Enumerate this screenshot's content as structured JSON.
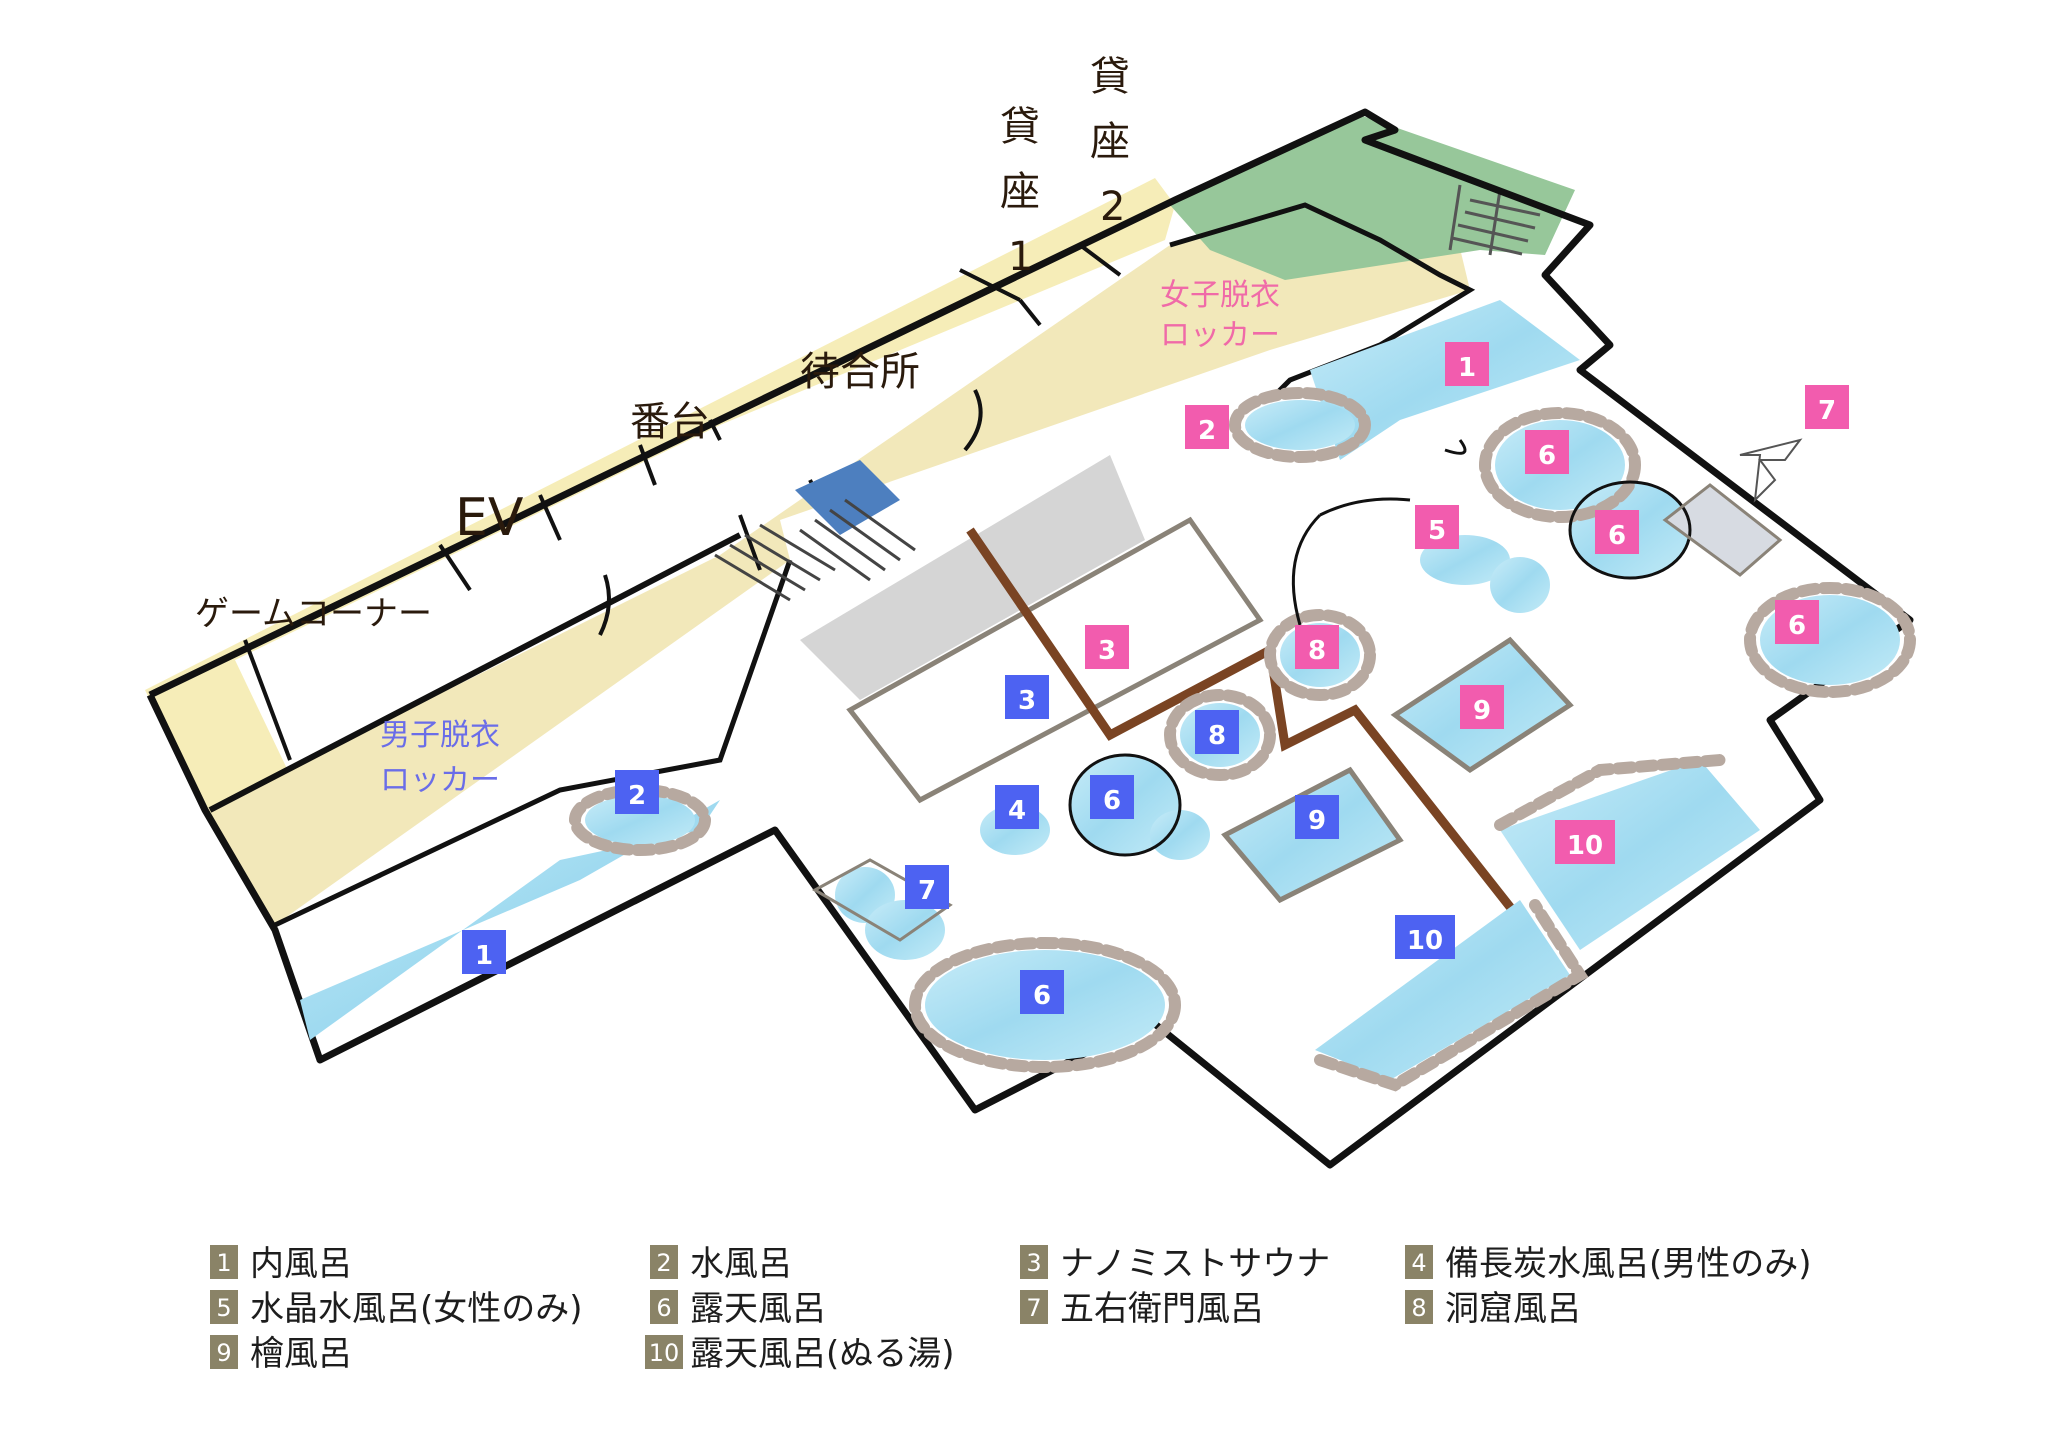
{
  "map": {
    "labels": {
      "ev": "EV",
      "bandai": "番台",
      "waiting": "待合所",
      "game_corner": "ゲームコーナー",
      "kashiza1": [
        "貸",
        "座",
        "1"
      ],
      "kashiza2": [
        "貸",
        "座",
        "2"
      ],
      "women_locker": [
        "女子脱衣",
        "ロッカー"
      ],
      "men_locker": [
        "男子脱衣",
        "ロッカー"
      ]
    },
    "markers_women": [
      {
        "id": "w1",
        "label": "1"
      },
      {
        "id": "w2",
        "label": "2"
      },
      {
        "id": "w3",
        "label": "3"
      },
      {
        "id": "w5",
        "label": "5"
      },
      {
        "id": "w6a",
        "label": "6"
      },
      {
        "id": "w6b",
        "label": "6"
      },
      {
        "id": "w6c",
        "label": "6"
      },
      {
        "id": "w7",
        "label": "7"
      },
      {
        "id": "w8",
        "label": "8"
      },
      {
        "id": "w9",
        "label": "9"
      },
      {
        "id": "w10",
        "label": "10"
      }
    ],
    "markers_men": [
      {
        "id": "m1",
        "label": "1"
      },
      {
        "id": "m2",
        "label": "2"
      },
      {
        "id": "m3",
        "label": "3"
      },
      {
        "id": "m4",
        "label": "4"
      },
      {
        "id": "m6a",
        "label": "6"
      },
      {
        "id": "m6b",
        "label": "6"
      },
      {
        "id": "m7",
        "label": "7"
      },
      {
        "id": "m8",
        "label": "8"
      },
      {
        "id": "m9",
        "label": "9"
      },
      {
        "id": "m10",
        "label": "10"
      }
    ],
    "colors": {
      "women_marker": "#f25cae",
      "men_marker": "#4d62f2",
      "water": "#a9def2",
      "lobby": "#f6ecb4",
      "corridor": "#f1e3b6",
      "outdoor_entry": "#97c79a",
      "sauna": "#d2d2d2",
      "divider": "#7a4423",
      "rock": "#b7a9a0",
      "legend_badge": "#8a8367"
    }
  },
  "legend": [
    {
      "num": "1",
      "text": "内風呂"
    },
    {
      "num": "2",
      "text": "水風呂"
    },
    {
      "num": "3",
      "text": "ナノミストサウナ"
    },
    {
      "num": "4",
      "text": "備長炭水風呂(男性のみ)"
    },
    {
      "num": "5",
      "text": "水晶水風呂(女性のみ)"
    },
    {
      "num": "6",
      "text": "露天風呂"
    },
    {
      "num": "7",
      "text": "五右衛門風呂"
    },
    {
      "num": "8",
      "text": "洞窟風呂"
    },
    {
      "num": "9",
      "text": "檜風呂"
    },
    {
      "num": "10",
      "text": "露天風呂(ぬる湯)"
    }
  ]
}
